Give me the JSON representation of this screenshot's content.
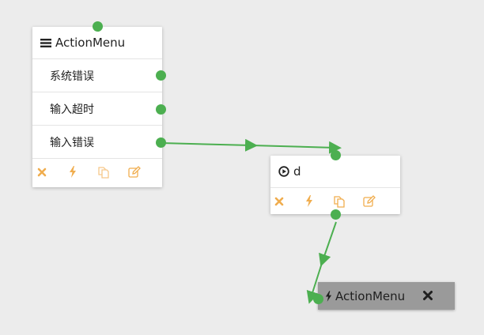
{
  "nodes": [
    {
      "title": "ActionMenu",
      "header_icon": "menu-icon",
      "options": [
        "系统错误",
        "输入超时",
        "输入错误"
      ],
      "toolbar_icons": [
        "delete-icon",
        "bolt-icon",
        "copy-icon",
        "edit-icon"
      ]
    },
    {
      "title": "d",
      "header_icon": "play-circle-icon",
      "toolbar_icons": [
        "delete-icon",
        "bolt-icon",
        "copy-icon",
        "edit-icon"
      ]
    },
    {
      "title": "ActionMenu",
      "header_icon": "bolt-icon",
      "close_icon": "close-icon"
    }
  ],
  "colors": {
    "port": "#4caf50",
    "wire": "#4caf50",
    "toolbar_icon": "#f0ad4e",
    "canvas_bg": "#ececec",
    "collapsed_node_bg": "#9a9a9a"
  }
}
